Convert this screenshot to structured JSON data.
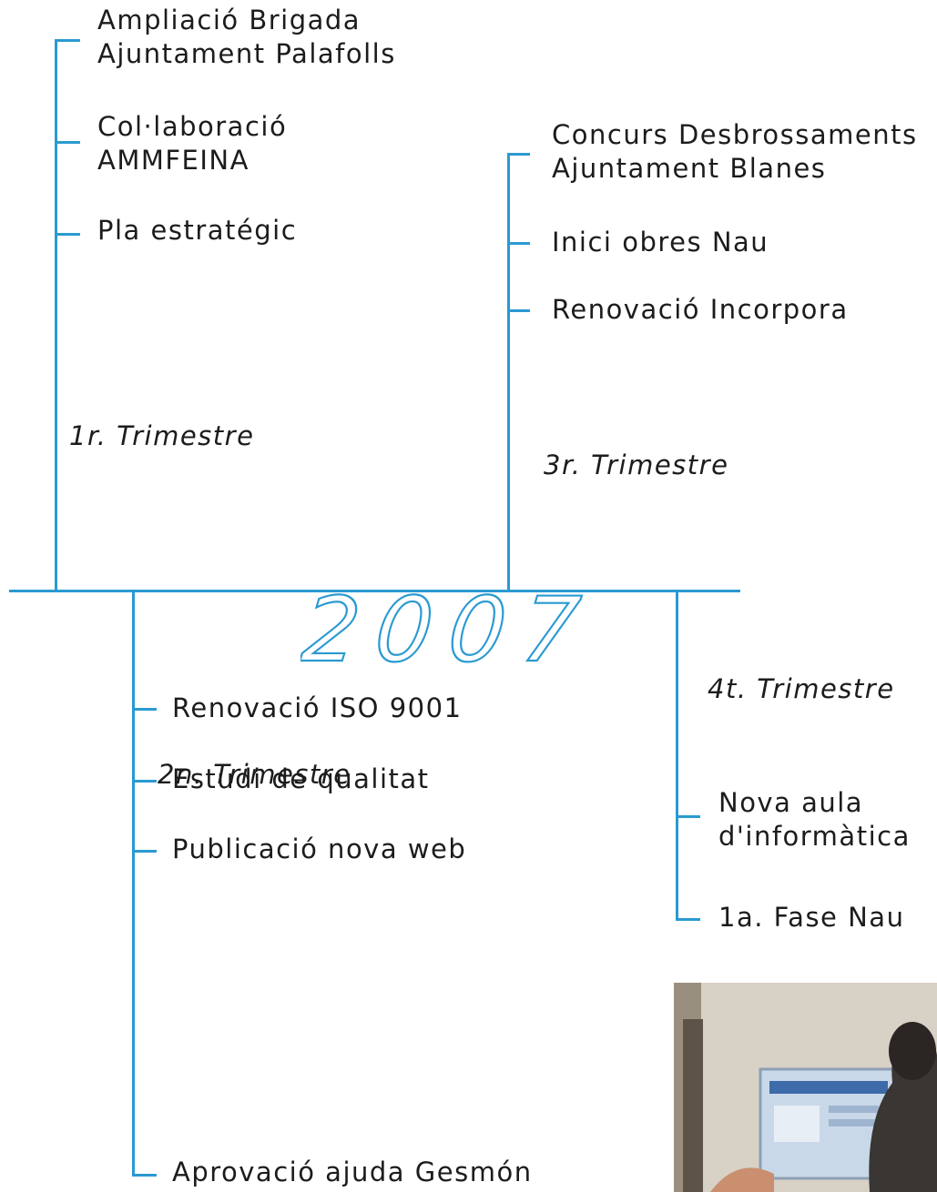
{
  "year": "2007",
  "colors": {
    "line": "#2a9ad2",
    "text": "#1c1c1c"
  },
  "quarters": {
    "q1": {
      "label": "1r. Trimestre",
      "items": [
        {
          "line1": "Ampliació Brigada",
          "line2": "Ajuntament Palafolls"
        },
        {
          "line1": "Col·laboració",
          "line2": "AMMFEINA"
        },
        {
          "line1": "Pla estratégic",
          "line2": ""
        }
      ]
    },
    "q2": {
      "label": "2n. Trimestre",
      "items": [
        {
          "line1": "Renovació ISO 9001"
        },
        {
          "line1": "Estudi de qualitat"
        },
        {
          "line1": "Publicació nova web"
        },
        {
          "line1": "Aprovació ajuda Gesmón"
        }
      ]
    },
    "q3": {
      "label": "3r. Trimestre",
      "items": [
        {
          "line1": "Concurs Desbrossaments",
          "line2": "Ajuntament Blanes"
        },
        {
          "line1": "Inici obres Nau"
        },
        {
          "line1": "Renovació Incorpora"
        }
      ]
    },
    "q4": {
      "label": "4t. Trimestre",
      "items": [
        {
          "line1": "Nova aula",
          "line2": "d'informàtica"
        },
        {
          "line1": "1a. Fase Nau"
        }
      ]
    }
  }
}
